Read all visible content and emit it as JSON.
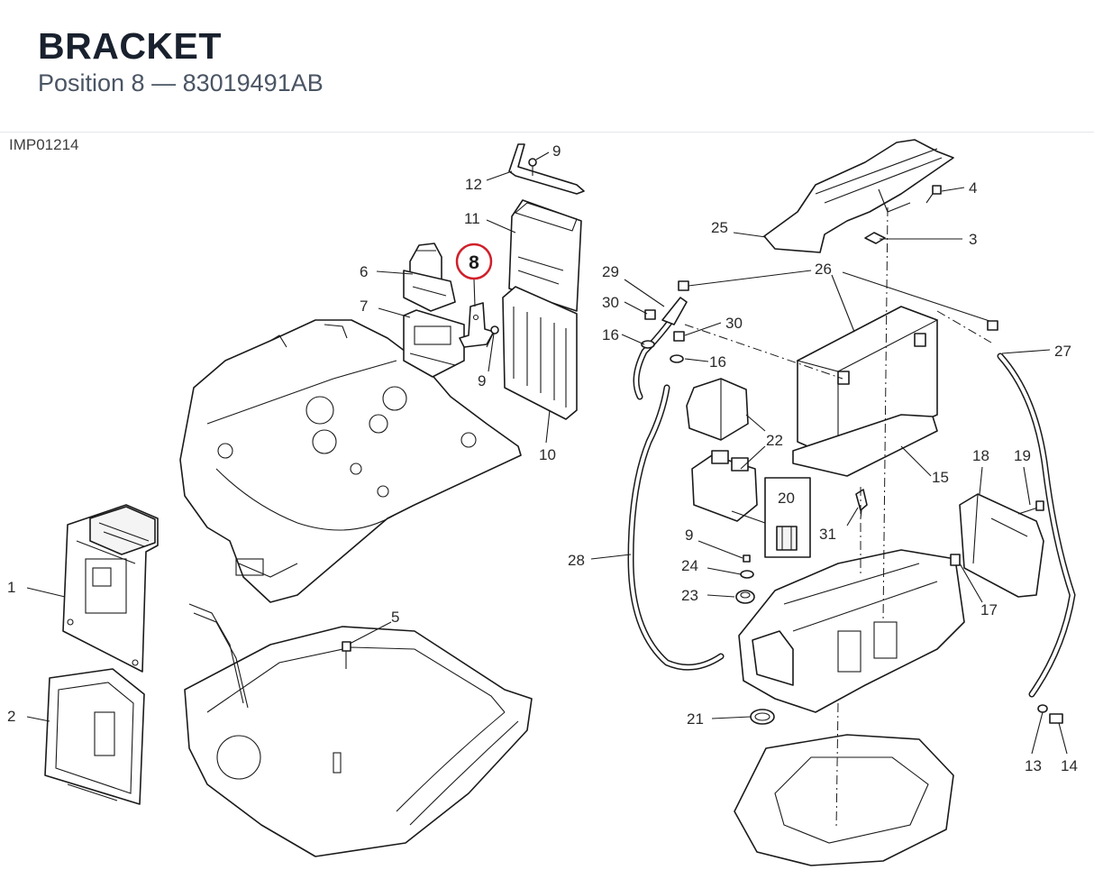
{
  "header": {
    "title": "BRACKET",
    "subtitle": "Position 8 — 83019491AB"
  },
  "diagram": {
    "code": "IMP01214",
    "highlight_position": "8",
    "highlight_color": "#d0202a",
    "callouts": [
      "1",
      "2",
      "3",
      "4",
      "5",
      "6",
      "7",
      "8",
      "9",
      "9",
      "9",
      "10",
      "11",
      "12",
      "13",
      "14",
      "15",
      "16",
      "16",
      "17",
      "18",
      "19",
      "20",
      "21",
      "22",
      "23",
      "24",
      "25",
      "26",
      "27",
      "28",
      "29",
      "30",
      "30",
      "31"
    ]
  }
}
